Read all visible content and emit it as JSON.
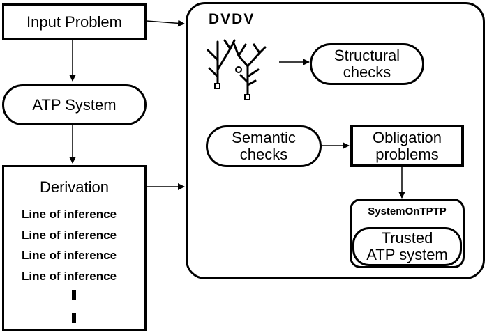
{
  "nodes": {
    "input_problem": "Input Problem",
    "atp_system": "ATP System",
    "derivation": {
      "title": "Derivation",
      "lines": [
        "Line of inference",
        "Line of inference",
        "Line of inference",
        "Line of inference"
      ]
    },
    "dvdv": {
      "title": "DVDV",
      "structural_checks": [
        "Structural",
        "checks"
      ],
      "semantic_checks": [
        "Semantic",
        "checks"
      ],
      "obligation_problems": [
        "Obligation",
        "problems"
      ],
      "system_on_tptp": "SystemOnTPTP",
      "trusted_atp": [
        "Trusted",
        "ATP system"
      ]
    }
  }
}
